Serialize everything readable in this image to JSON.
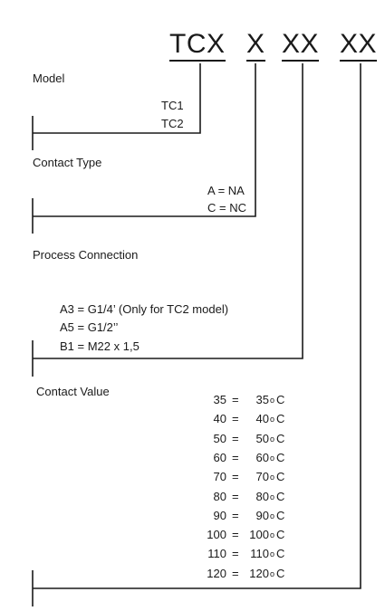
{
  "code": {
    "prefix": "TCX",
    "seg1": "X",
    "seg2": "XX",
    "seg3": "XX"
  },
  "sections": {
    "model": {
      "title": "Model",
      "options": [
        "TC1",
        "TC2"
      ]
    },
    "contact_type": {
      "title": "Contact Type",
      "options": [
        "A = NA",
        "C = NC"
      ]
    },
    "process_connection": {
      "title": "Process Connection",
      "options": [
        "A3 = G1/4’ (Only for TC2 model)",
        "A5 = G1/2’’",
        "B1 = M22 x 1,5"
      ]
    },
    "contact_value": {
      "title": "Contact Value",
      "options": [
        {
          "code": "35",
          "eq": "=",
          "value": "35",
          "unit": "C"
        },
        {
          "code": "40",
          "eq": "=",
          "value": "40",
          "unit": "C"
        },
        {
          "code": "50",
          "eq": "=",
          "value": "50",
          "unit": "C"
        },
        {
          "code": "60",
          "eq": "=",
          "value": "60",
          "unit": "C"
        },
        {
          "code": "70",
          "eq": "=",
          "value": "70",
          "unit": "C"
        },
        {
          "code": "80",
          "eq": "=",
          "value": "80",
          "unit": "C"
        },
        {
          "code": "90",
          "eq": "=",
          "value": "90",
          "unit": "C"
        },
        {
          "code": "100",
          "eq": "=",
          "value": "100",
          "unit": "C"
        },
        {
          "code": "110",
          "eq": "=",
          "value": "110",
          "unit": "C"
        },
        {
          "code": "120",
          "eq": "=",
          "value": "120",
          "unit": "C"
        }
      ],
      "degree_symbol": "o"
    }
  }
}
